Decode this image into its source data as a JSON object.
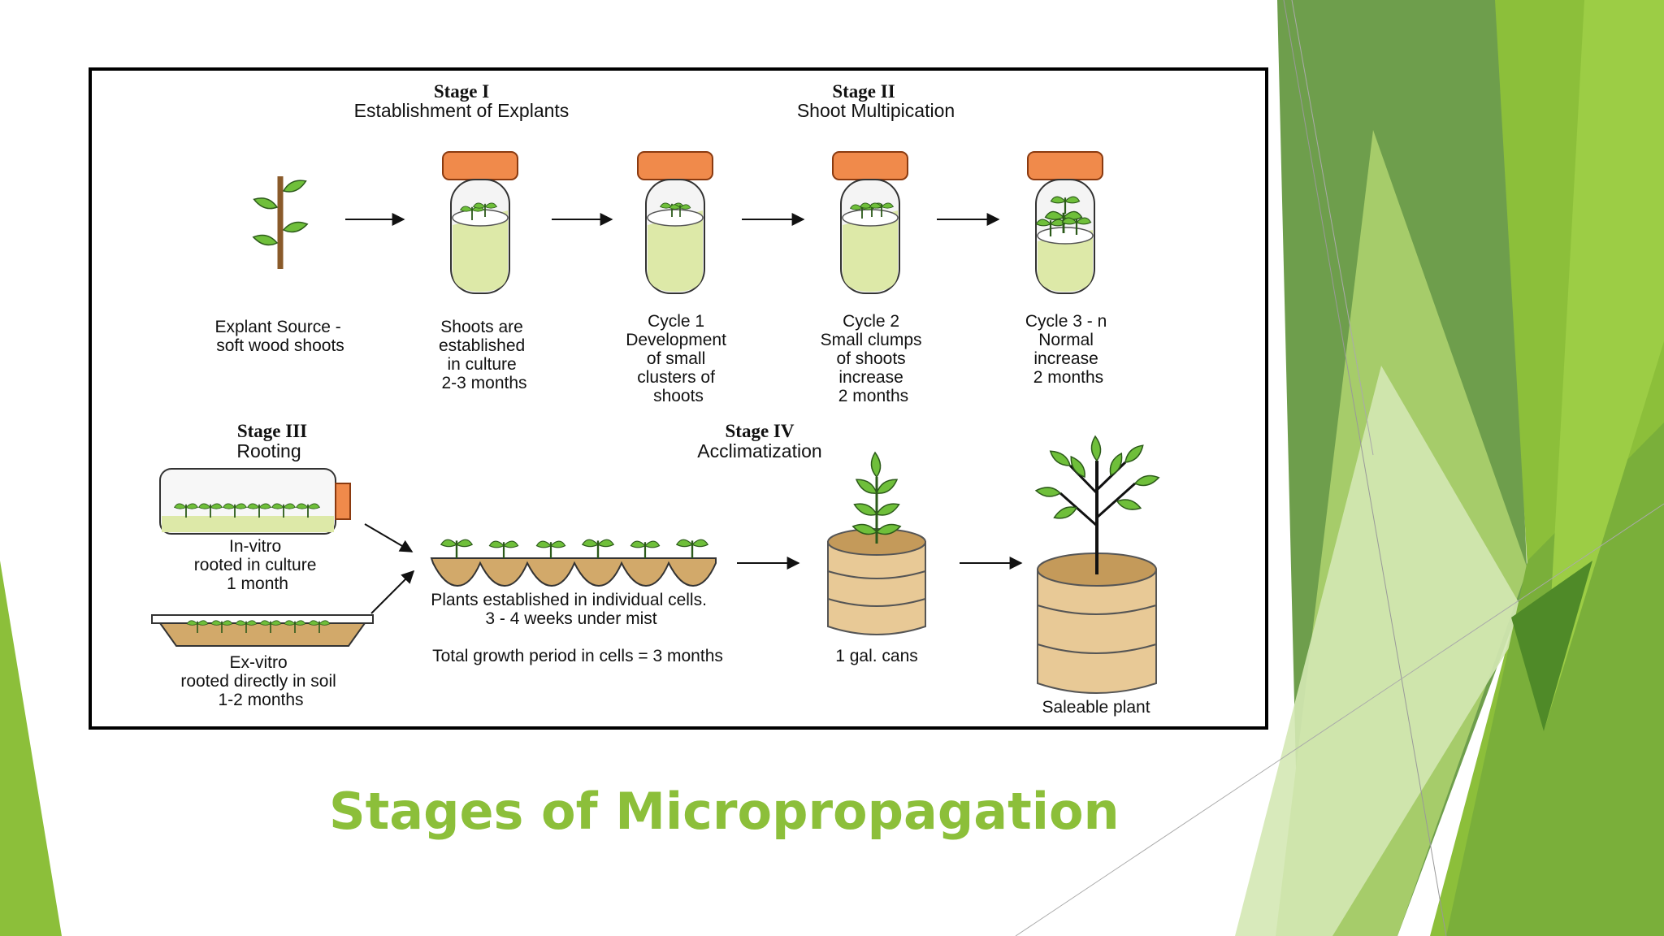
{
  "slide": {
    "title": "Stages of Micropropagation",
    "accent_color": "#8cbf3a"
  },
  "diagram": {
    "stages": [
      {
        "heading": "Stage I",
        "subtitle": "Establishment of Explants"
      },
      {
        "heading": "Stage II",
        "subtitle": "Shoot Multipication"
      },
      {
        "heading": "Stage III",
        "subtitle": "Rooting"
      },
      {
        "heading": "Stage IV",
        "subtitle": "Acclimatization"
      }
    ],
    "row1_labels": [
      [
        "Explant Source -",
        "soft wood shoots"
      ],
      [
        "Shoots are",
        "established",
        "in culture",
        "2-3 months"
      ],
      [
        "Cycle 1",
        "Development",
        "of small",
        "clusters of",
        "shoots"
      ],
      [
        "Cycle 2",
        "Small clumps",
        "of shoots",
        "increase",
        "2 months"
      ],
      [
        "Cycle 3 - n",
        "Normal",
        "increase",
        "2 months"
      ]
    ],
    "invitro_label": [
      "In-vitro",
      "rooted in culture",
      "1 month"
    ],
    "exvitro_label": [
      "Ex-vitro",
      "rooted directly in soil",
      "1-2 months"
    ],
    "cells_label": [
      "Plants established in individual cells.",
      "3 - 4 weeks under mist"
    ],
    "total_growth": "Total growth period in cells = 3 months",
    "can_label": "1 gal. cans",
    "saleable_label": "Saleable plant"
  }
}
